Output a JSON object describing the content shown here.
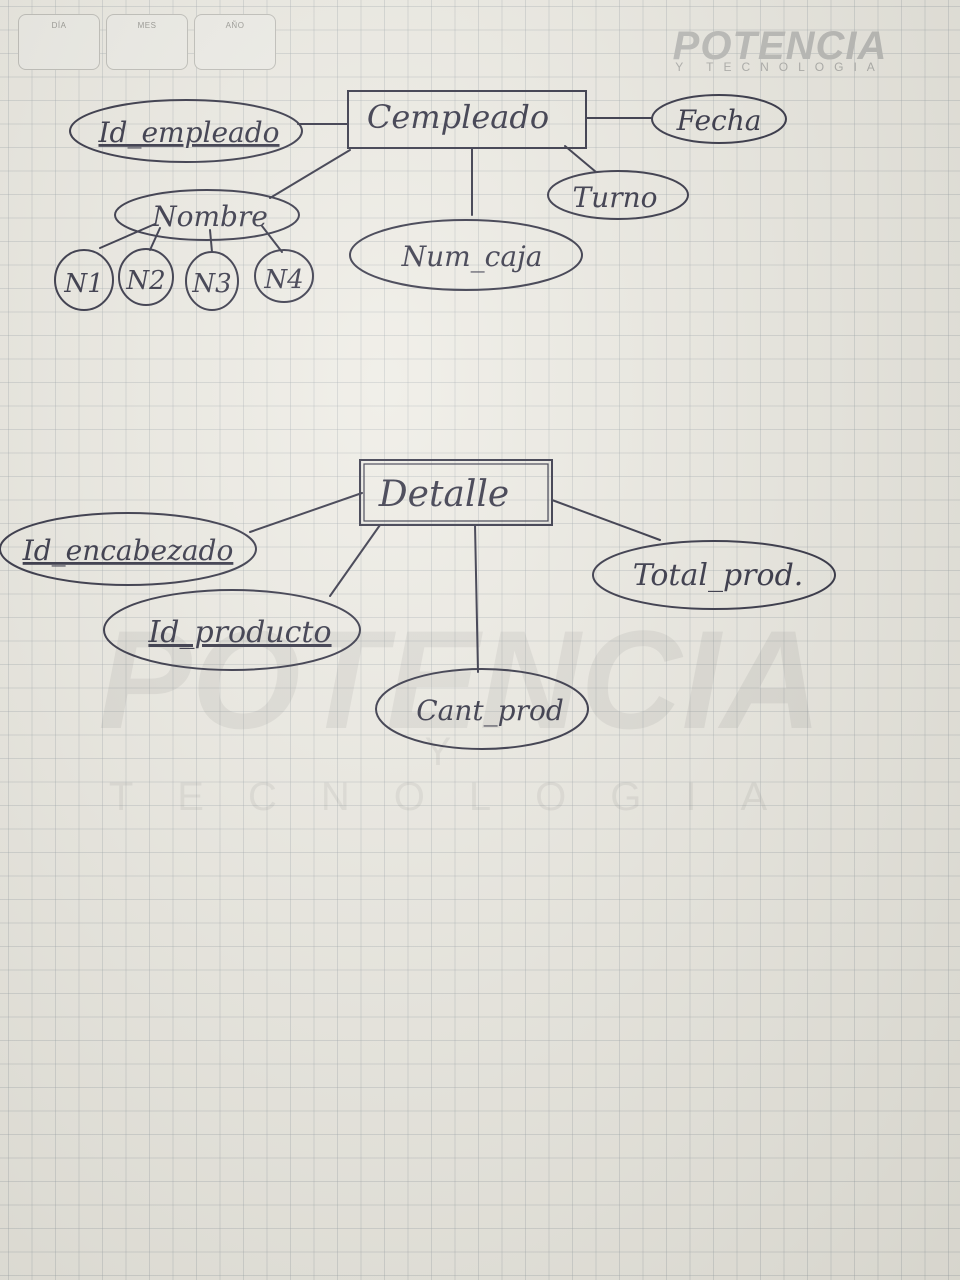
{
  "header": {
    "date_labels": [
      "DÍA",
      "MES",
      "AÑO"
    ],
    "brand_title": "POTENCIA",
    "brand_subtitle": "Y TECNOLOGIA"
  },
  "watermark": {
    "title": "POTENCIA",
    "subtitle": "Y TECNOLOGIA"
  },
  "entities": {
    "empleado": {
      "name": "Cempleado",
      "attributes": {
        "id": "Id_empleado",
        "fecha": "Fecha",
        "nombre": "Nombre",
        "turno": "Turno",
        "num_caja": "Num_caja",
        "n1": "N1",
        "n2": "N2",
        "n3": "N3",
        "n4": "N4"
      }
    },
    "detalle": {
      "name": "Detalle",
      "attributes": {
        "id_encabezado": "Id_encabezado",
        "id_producto": "Id_producto",
        "total_prod": "Total_prod.",
        "cant_prod": "Cant_prod"
      }
    }
  },
  "colors": {
    "ink": "#1a1a2e",
    "paper": "#eceae2",
    "grid": "#96a0a5"
  }
}
